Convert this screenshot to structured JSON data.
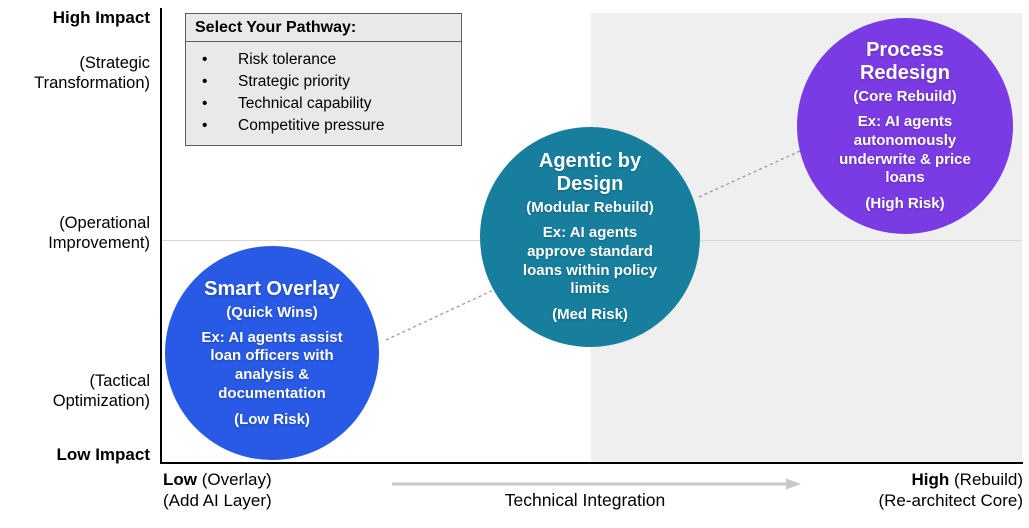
{
  "y_axis": {
    "top_label": "High Impact",
    "top_sublabel": "(Strategic Transformation)",
    "mid_sublabel": "(Operational Improvement)",
    "low_sublabel": "(Tactical Optimization)",
    "bottom_label": "Low Impact"
  },
  "x_axis": {
    "title": "Technical Integration",
    "left": {
      "bold": "Low",
      "normal": " (Overlay)",
      "line2": "(Add AI Layer)"
    },
    "right": {
      "bold": "High",
      "normal": " (Rebuild)",
      "line2": "(Re-architect Core)"
    }
  },
  "legend": {
    "title": "Select Your Pathway:",
    "items": [
      "Risk tolerance",
      "Strategic priority",
      "Technical capability",
      "Competitive pressure"
    ]
  },
  "bubbles": [
    {
      "title": "Smart Overlay",
      "subtitle": "(Quick Wins)",
      "example": "Ex: AI agents assist loan officers with analysis & documentation",
      "risk": "(Low Risk)",
      "color": "#285AE6"
    },
    {
      "title": "Agentic by Design",
      "subtitle": "(Modular Rebuild)",
      "example": "Ex: AI agents approve standard loans within policy limits",
      "risk": "(Med Risk)",
      "color": "#177F9D"
    },
    {
      "title": "Process Redesign",
      "subtitle": "(Core Rebuild)",
      "example": "Ex: AI agents autonomously underwrite & price loans",
      "risk": "(High Risk)",
      "color": "#7B3BE4"
    }
  ],
  "colors": {
    "bubble_smart_overlay": "#285AE6",
    "bubble_agentic_by_design": "#177F9D",
    "bubble_process_redesign": "#7B3BE4",
    "quadrant_shade": "#EFEFEF",
    "axis": "#000000",
    "arrow": "#C9C9C9",
    "connector": "#999999",
    "legend_bg": "#E9E9E9",
    "legend_border": "#5F5F5F",
    "mid_divider": "#D8D8D8",
    "bubble_text": "#FFFFFF"
  }
}
